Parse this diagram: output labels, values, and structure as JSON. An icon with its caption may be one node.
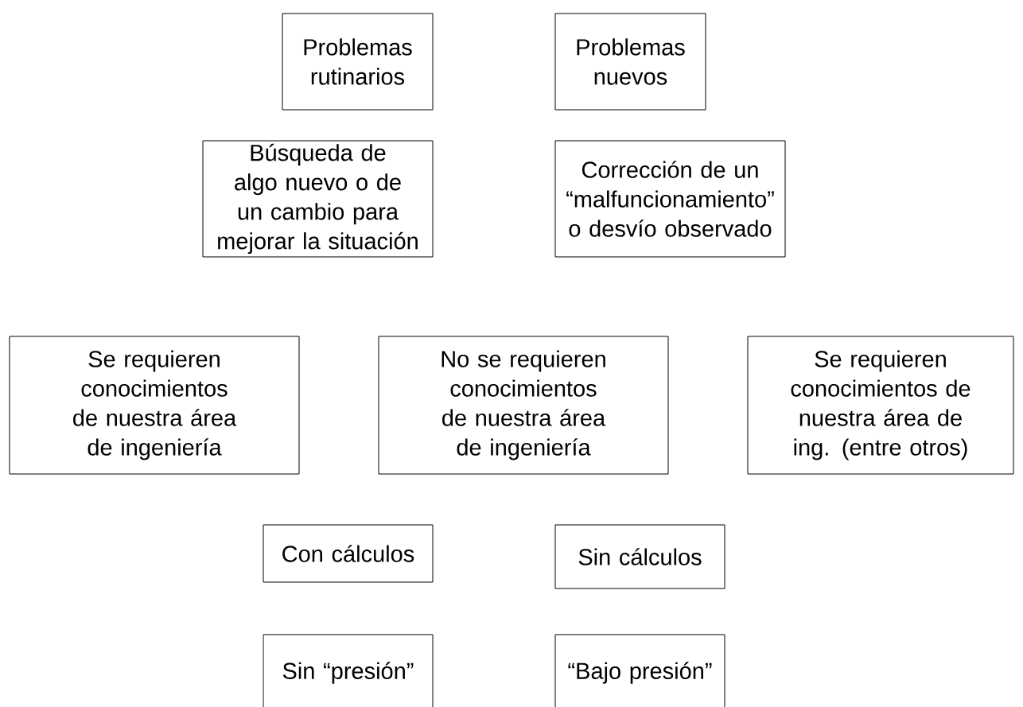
{
  "diagram": {
    "nodes": [
      {
        "text": [
          "Problemas rutinarios"
        ]
      },
      {
        "text": [
          "Problemas nuevos"
        ]
      },
      {
        "text": [
          "Búsqueda de algo nuevo o de un cambio para mejorar la situación"
        ]
      },
      {
        "text": [
          "Corrección de un “malfuncionamiento” o desvío observado"
        ]
      },
      {
        "text": [
          "Se requieren conocimientos de nuestra área de ingeniería"
        ]
      },
      {
        "text": [
          "No se requieren conocimientos de nuestra área de ingeniería"
        ]
      },
      {
        "text": [
          "Se requieren conocimientos de nuestra área de ing. (entre otros)"
        ]
      },
      {
        "text": [
          "Con cálculos"
        ]
      },
      {
        "text": [
          "Sin cálculos"
        ]
      },
      {
        "text": [
          "Sin “presión”"
        ]
      },
      {
        "text": [
          "“Bajo presión”"
        ]
      }
    ]
  }
}
